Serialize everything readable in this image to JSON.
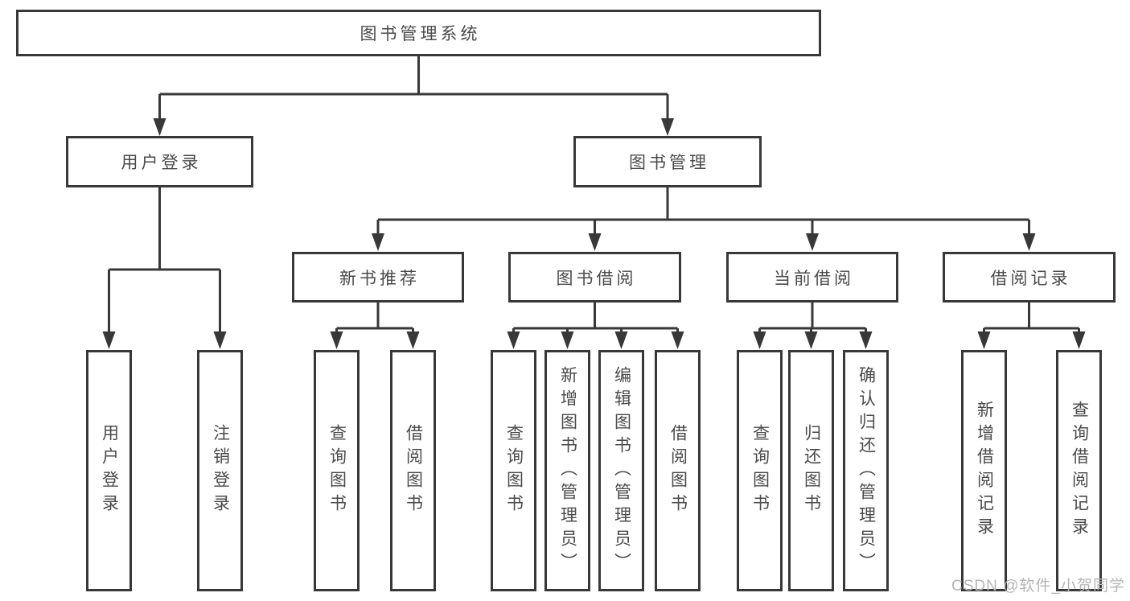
{
  "diagram": {
    "root": {
      "label": "图书管理系统"
    },
    "level2": {
      "user_login": {
        "label": "用户登录",
        "children": [
          "用户登录",
          "注销登录"
        ]
      },
      "book_management": {
        "label": "图书管理"
      }
    },
    "level3": {
      "new_book_recommend": {
        "label": "新书推荐",
        "children": [
          "查询图书",
          "借阅图书"
        ]
      },
      "book_borrowing": {
        "label": "图书借阅",
        "children": [
          "查询图书",
          "新增图书（管理员）",
          "编辑图书（管理员）",
          "借阅图书"
        ]
      },
      "current_borrowing": {
        "label": "当前借阅",
        "children": [
          "查询图书",
          "归还图书",
          "确认归还（管理员）"
        ]
      },
      "borrowing_records": {
        "label": "借阅记录",
        "children": [
          "新增借阅记录",
          "查询借阅记录"
        ]
      }
    }
  },
  "watermark": "CSDN @软件_小贺同学",
  "colors": {
    "line": "#383838",
    "box_border": "#383838",
    "text": "#4a4a4a",
    "watermark": "#b5b5b5",
    "background": "#ffffff"
  }
}
